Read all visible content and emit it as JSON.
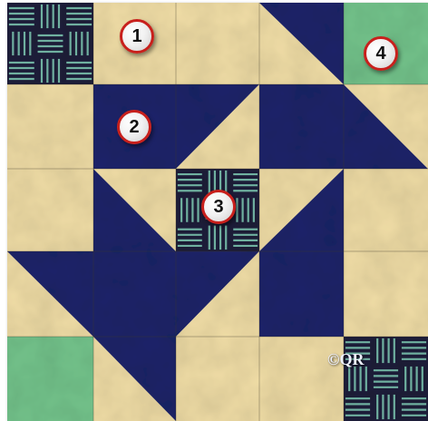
{
  "quilt": {
    "colors": {
      "cream": "#f0dda6",
      "navy": "#1c236a",
      "green": "#74c48c",
      "stripe_bg": "#1d1f3a",
      "stripe_line": "#6fb0a0",
      "badge_border": "#c8201c"
    },
    "badges": [
      {
        "label": "1"
      },
      {
        "label": "2"
      },
      {
        "label": "3"
      },
      {
        "label": "4"
      }
    ],
    "watermark": "©QR"
  }
}
